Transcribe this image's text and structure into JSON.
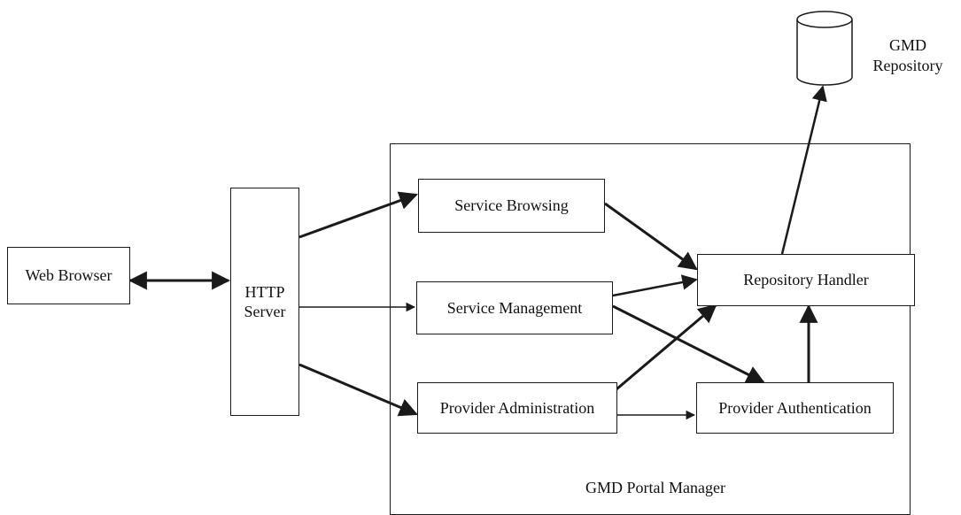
{
  "diagram": {
    "nodes": {
      "web_browser": "Web Browser",
      "http_server_line1": "HTTP",
      "http_server_line2": "Server",
      "service_browsing": "Service Browsing",
      "service_management": "Service Management",
      "provider_administration": "Provider Administration",
      "repository_handler": "Repository Handler",
      "provider_authentication": "Provider Authentication",
      "repository_line1": "GMD",
      "repository_line2": "Repository",
      "portal_manager": "GMD Portal Manager"
    },
    "edges": [
      {
        "from": "web_browser",
        "to": "http_server",
        "direction": "bidirectional"
      },
      {
        "from": "http_server",
        "to": "service_browsing"
      },
      {
        "from": "http_server",
        "to": "service_management"
      },
      {
        "from": "http_server",
        "to": "provider_administration"
      },
      {
        "from": "service_browsing",
        "to": "repository_handler"
      },
      {
        "from": "service_management",
        "to": "repository_handler"
      },
      {
        "from": "service_management",
        "to": "provider_authentication"
      },
      {
        "from": "provider_administration",
        "to": "repository_handler"
      },
      {
        "from": "provider_administration",
        "to": "provider_authentication"
      },
      {
        "from": "provider_authentication",
        "to": "repository_handler"
      },
      {
        "from": "repository_handler",
        "to": "gmd_repository"
      }
    ]
  }
}
